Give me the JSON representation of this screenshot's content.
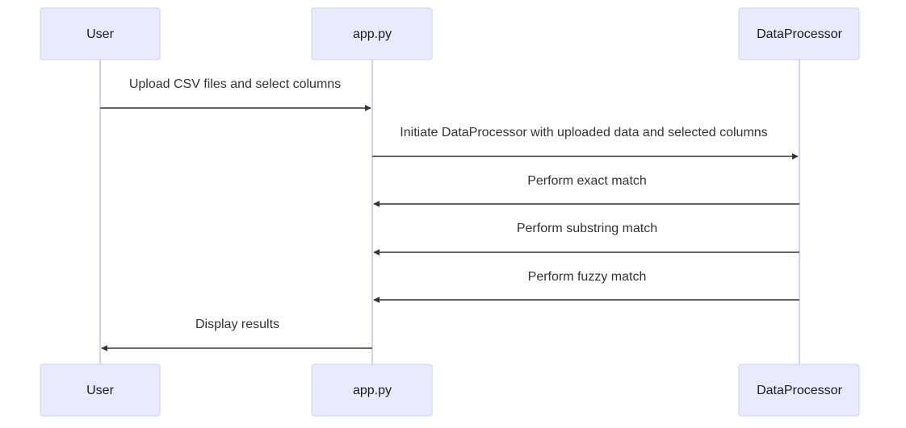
{
  "participants": [
    {
      "id": "user",
      "label": "User"
    },
    {
      "id": "app",
      "label": "app.py"
    },
    {
      "id": "dp",
      "label": "DataProcessor"
    }
  ],
  "messages": [
    {
      "from": "user",
      "to": "app",
      "text": "Upload CSV files and select columns"
    },
    {
      "from": "app",
      "to": "dp",
      "text": "Initiate DataProcessor with uploaded data and selected columns"
    },
    {
      "from": "dp",
      "to": "app",
      "text": "Perform exact match"
    },
    {
      "from": "dp",
      "to": "app",
      "text": "Perform substring match"
    },
    {
      "from": "dp",
      "to": "app",
      "text": "Perform fuzzy match"
    },
    {
      "from": "app",
      "to": "user",
      "text": "Display results"
    }
  ],
  "colors": {
    "actor_fill": "#eaeaff",
    "actor_stroke": "#d0d0f2",
    "lifeline": "#d4d4f0",
    "message": "#333333"
  }
}
